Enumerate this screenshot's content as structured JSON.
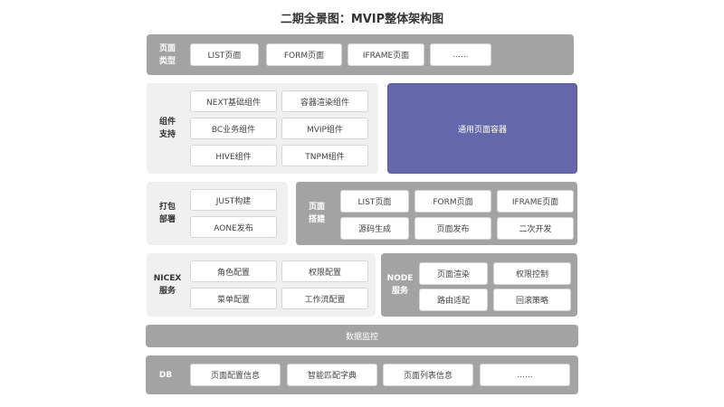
{
  "title": "二期全景图：MVIP整体架构图",
  "rows": {
    "page_types": {
      "label": "页面\n类型",
      "items": [
        "LIST页面",
        "FORM页面",
        "IFRAME页面",
        "......"
      ]
    },
    "components": {
      "label": "组件\n支持",
      "items": [
        "NEXT基础组件",
        "容器渲染组件",
        "BC业务组件",
        "MVIP组件",
        "HIVE组件",
        "TNPM组件"
      ],
      "container_label": "通用页面容器"
    },
    "packaging": {
      "label": "打包\n部署",
      "items": [
        "JUST构建",
        "AONE发布"
      ]
    },
    "page_building": {
      "label": "页面\n搭建",
      "items": [
        "LIST页面",
        "FORM页面",
        "IFRAME页面",
        "源码生成",
        "页面发布",
        "二次开发"
      ]
    },
    "nicex": {
      "label": "NICEX\n服务",
      "items": [
        "角色配置",
        "权限配置",
        "菜单配置",
        "工作流配置"
      ]
    },
    "node": {
      "label": "NODE\n服务",
      "items": [
        "页面渲染",
        "权限控制",
        "路由适配",
        "回滚策略"
      ]
    },
    "monitoring": {
      "label": "数据监控"
    },
    "db": {
      "label": "DB",
      "items": [
        "页面配置信息",
        "智能匹配字典",
        "页面列表信息",
        "......"
      ]
    }
  },
  "colors": {
    "dark_panel": "#a3a3a3",
    "light_panel": "#f0f0f0",
    "container": "#6467a9"
  }
}
